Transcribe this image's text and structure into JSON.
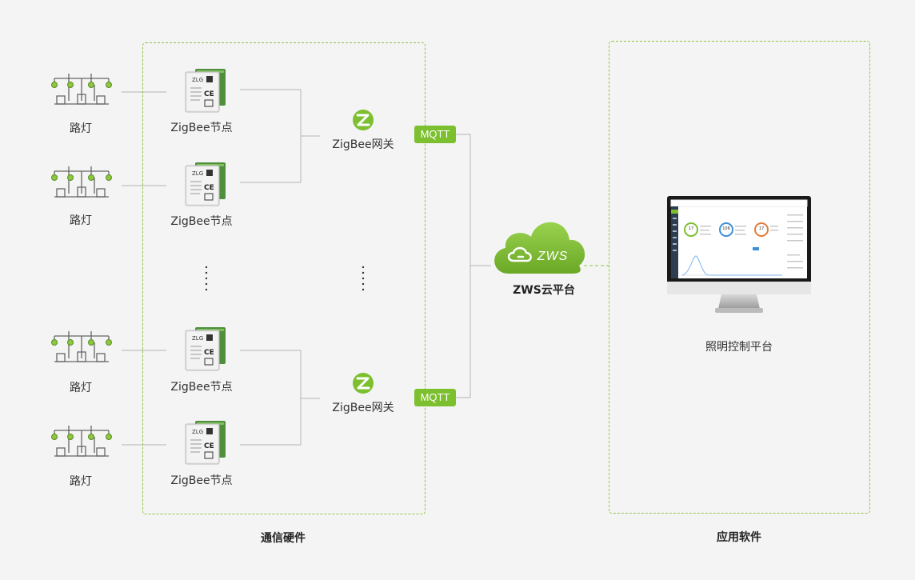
{
  "colors": {
    "accent": "#7cbf2f",
    "line": "#aaaaaa",
    "box_border": "#8cc63f",
    "background": "#f4f4f4"
  },
  "labels": {
    "street_light": "路灯",
    "zigbee_node": "ZigBee节点",
    "zigbee_gateway": "ZigBee网关",
    "mqtt": "MQTT",
    "cloud": "ZWS云平台",
    "cloud_logo": "ZWS",
    "platform": "照明控制平台",
    "hardware_section": "通信硬件",
    "software_section": "应用软件"
  },
  "dashboard": {
    "gauges": [
      "17",
      "106",
      "17"
    ]
  }
}
